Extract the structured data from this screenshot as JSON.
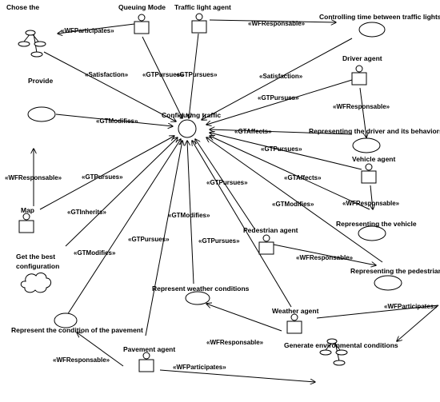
{
  "diagram": {
    "labels": {
      "chose_the": "Chose the",
      "provide": "Provide",
      "queuing_mode": "Queuing Mode",
      "traffic_light_agent": "Traffic light agent",
      "controlling_time": "Controlling time between traffic lights",
      "driver_agent": "Driver agent",
      "configuring_traffic": "Configuring traffic",
      "representing_driver": "Representing the driver and its behaviors",
      "vehicle_agent": "Vehicle agent",
      "representing_vehicle": "Representing the vehicle",
      "map": "Map",
      "get_best_config_1": "Get the best",
      "get_best_config_2": "configuration",
      "pedestrian_agent": "Pedestrian agent",
      "representing_pedestrian": "Representing the pedestrian",
      "represent_weather": "Represent weather conditions",
      "weather_agent": "Weather agent",
      "generate_env": "Generate environmental conditions",
      "represent_pavement": "Represent the condition of the pavement",
      "pavement_agent": "Pavement agent"
    },
    "stereotypes": {
      "wfparticipates_top": "«WFParticipates»",
      "satisfaction_left": "«Satisfaction»",
      "gtpursues_queuing": "«GTPursues»",
      "gtpursues_light": "«GTPursues»",
      "wfresponsable_light": "«WFResponsable»",
      "satisfaction_right": "«Satisfaction»",
      "gtpursues_driver": "«GTPursues»",
      "wfresponsable_driver": "«WFResponsable»",
      "gtmodifies_provide": "«GTModifies»",
      "gtaffects_driver": "«GTAffects»",
      "gtpursues_vehicle": "«GTPursues»",
      "wfresponsable_map": "«WFResponsable»",
      "gtpursues_map": "«GTPursues»",
      "gtaffects_vehicle": "«GTAffects»",
      "gtpursues_ped": "«GTPursues»",
      "wfresponsable_vehicle": "«WFResponsable»",
      "gtinherits": "«GTInherits»",
      "gtmodifies_ped": "«GTModifies»",
      "gtmodifies_weather": "«GTModifies»",
      "gtpursues_pavement": "«GTPursues»",
      "gtpursues_weather": "«GTPursues»",
      "gtmodifies_map": "«GTModifies»",
      "wfresponsable_ped": "«WFResponsable»",
      "wfparticipates_weather": "«WFParticipates»",
      "wfresponsable_weather": "«WFResponsable»",
      "wfresponsable_pavement": "«WFResponsable»",
      "wfparticipates_bottom": "«WFParticipates»"
    }
  }
}
